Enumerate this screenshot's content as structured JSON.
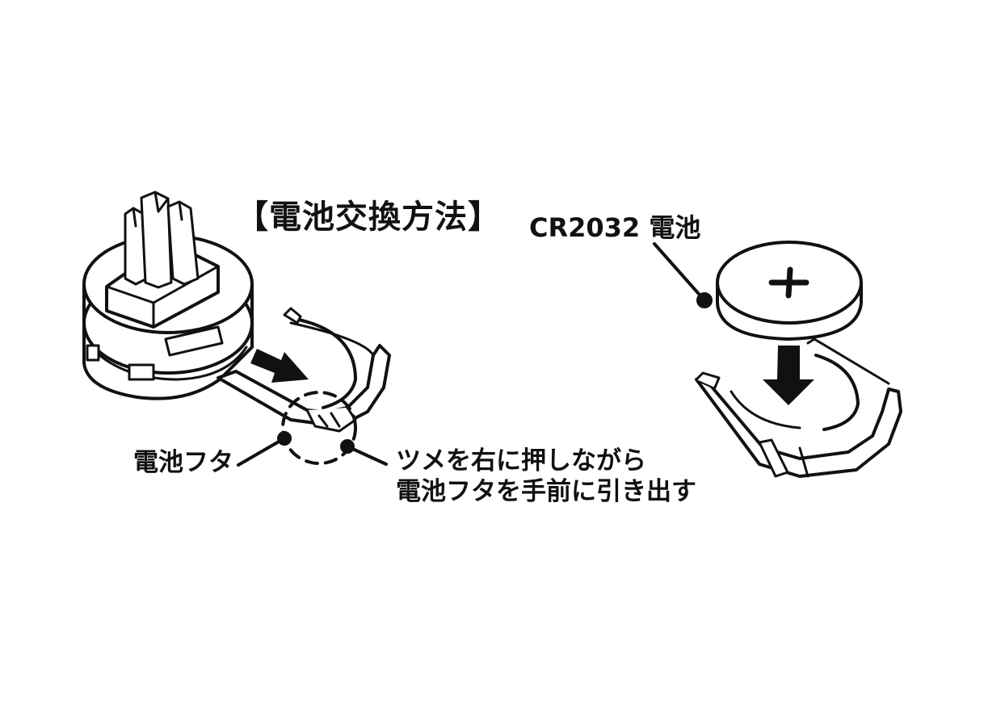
{
  "title": "【電池交換方法】",
  "callouts": {
    "battery_type": "CR2032 電池",
    "battery_cover": "電池フタ",
    "instruction_line1": "ツメを右に押しながら",
    "instruction_line2": "電池フタを手前に引き出す"
  },
  "icons": [
    "vent-clip-unit-illustration",
    "battery-cover-tray-illustration",
    "coin-battery-illustration",
    "slide-arrow-icon",
    "insert-down-arrow-icon",
    "plus-sign-icon"
  ],
  "colors": {
    "line": "#111111",
    "background": "#ffffff"
  }
}
